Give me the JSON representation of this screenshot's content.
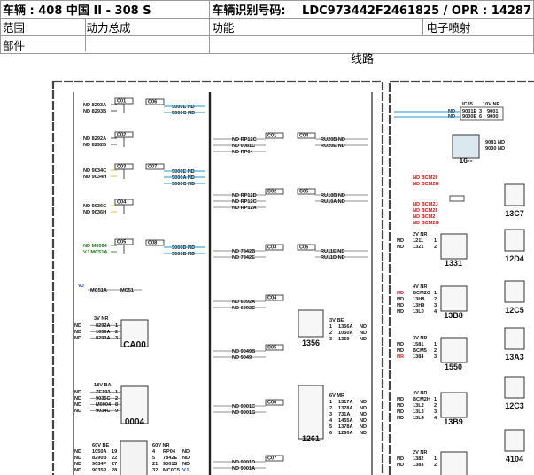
{
  "header": {
    "vehicle_label": "车辆 : 408 中国 II - 308 S",
    "vin_label": "车辆识别号码:",
    "vin_value": "LDC973442F2461825 / OPR : 14287",
    "scope_label": "范围",
    "scope_value": "动力总成",
    "function_label": "功能",
    "function_value": "电子喷射",
    "part_label": "部件"
  },
  "page_title": "线路",
  "diagram": {
    "left_connectors": [
      {
        "id": "C1A",
        "lines": [
          "ND 8293A",
          "ND 8293B"
        ]
      },
      {
        "id": "C2A",
        "lines": [
          "ND 8292A",
          "ND 8292B"
        ]
      },
      {
        "id": "C3A",
        "lines": [
          "ND 9034C",
          "ND 9034H"
        ]
      },
      {
        "id": "C4A",
        "lines": [
          "ND 9036C",
          "ND 9036H"
        ]
      },
      {
        "id": "C5A",
        "lines": [
          "ND M0004",
          "VJ MC51A"
        ]
      }
    ],
    "small_codes": [
      "C01",
      "C02",
      "C03",
      "C04",
      "C05",
      "C06",
      "C07",
      "C08",
      "C09",
      "C10"
    ],
    "mid_labels": [
      {
        "lines": [
          "9000E ND",
          "9000C ND"
        ]
      },
      {
        "lines": [
          "9000E ND",
          "9000A ND",
          "9000C ND"
        ]
      },
      {
        "lines": [
          "9000D ND",
          "9000B ND"
        ]
      }
    ],
    "vj_label": "VJ",
    "vj_codes": [
      "MC51A",
      "MC51"
    ],
    "components": [
      {
        "id": "CA00",
        "header": "3V NR",
        "pins": [
          [
            "ND",
            "8292A",
            "1"
          ],
          [
            "ND",
            "1050A",
            "2"
          ],
          [
            "ND",
            "8293A",
            "3"
          ]
        ]
      },
      {
        "id": "0004",
        "header": "18V BA",
        "pins": [
          [
            "ND",
            "ZE193",
            "1"
          ],
          [
            "ND",
            "9035C",
            "2"
          ],
          [
            "ND",
            "M0004",
            "8"
          ],
          [
            "ND",
            "9034C",
            "9"
          ]
        ]
      },
      {
        "id": "1356",
        "header": "3V BE",
        "pins": [
          [
            "1",
            "1356A",
            "ND"
          ],
          [
            "2",
            "1050A",
            "ND"
          ],
          [
            "3",
            "1359",
            "ND"
          ]
        ]
      },
      {
        "id": "1261",
        "header": "6V MR",
        "pins": [
          [
            "1",
            "1317A",
            "ND"
          ],
          [
            "2",
            "1378A",
            "ND"
          ],
          [
            "3",
            "731A",
            "ND"
          ],
          [
            "4",
            "1455A",
            "ND"
          ],
          [
            "5",
            "1378A",
            "ND"
          ],
          [
            "6",
            "1260A",
            "ND"
          ]
        ]
      },
      {
        "id": "60V-BE",
        "header": "60V BE",
        "pins": [
          [
            "ND",
            "1050A",
            "19"
          ],
          [
            "ND",
            "8290B",
            "22"
          ],
          [
            "ND",
            "9034P",
            "27"
          ],
          [
            "ND",
            "9035P",
            "28"
          ]
        ]
      },
      {
        "id": "60V-NR",
        "header": "60V NR",
        "pins": [
          [
            "4",
            "RP04",
            "ND"
          ],
          [
            "5",
            "7842E",
            "ND"
          ],
          [
            "21",
            "9001S",
            "ND"
          ],
          [
            "32",
            "MC0C5",
            "VJ"
          ]
        ]
      }
    ],
    "center_rows": [
      {
        "id": "RP-A",
        "left": [
          "ND RP12C",
          "ND 0081C",
          "ND RP04"
        ],
        "right": [
          "RU20B ND",
          "RU20E ND"
        ]
      },
      {
        "id": "RP-B",
        "left": [
          "ND RP12D",
          "ND RP12C",
          "ND RP12A"
        ],
        "right": [
          "RU10B ND",
          "RU10A ND"
        ]
      },
      {
        "id": "RP-C",
        "left": [
          "ND 7842B",
          "ND 7842E"
        ],
        "right": [
          "RU11E ND",
          "RU11D ND"
        ]
      },
      {
        "id": "RP-D",
        "left": [
          "ND 6092A",
          "ND 6092C"
        ],
        "right": []
      },
      {
        "id": "RP-E",
        "left": [
          "ND 9049B",
          "ND 9049"
        ],
        "right": []
      },
      {
        "id": "RP-F",
        "left": [
          "ND 9001C",
          "ND 9001G"
        ],
        "right": []
      },
      {
        "id": "RP-G",
        "left": [
          "ND 9001D",
          "ND 9001A"
        ],
        "right": []
      }
    ],
    "right_top": {
      "id": "IC35",
      "header": "10V NR",
      "pins": [
        [
          "ND",
          "9001E",
          "3",
          "9001"
        ],
        [
          "ND",
          "9000E",
          "6",
          "9000"
        ]
      ]
    },
    "right_16": {
      "id": "16--",
      "lines": [
        "9081 ND",
        "9030 ND"
      ]
    },
    "red_labels_1": [
      "ND BCM2I",
      "ND BCM2H"
    ],
    "red_labels_2": [
      "ND BCM2J",
      "ND BCM2I",
      "ND BCM2",
      "ND BCM2G"
    ],
    "right_components": [
      {
        "id": "1331",
        "header": "2V NR",
        "pins": [
          [
            "ND",
            "1211",
            "1"
          ],
          [
            "ND",
            "1321",
            "2"
          ]
        ]
      },
      {
        "id": "13B8",
        "header": "4V NR",
        "pins": [
          [
            "ND",
            "BCM2G",
            "1"
          ],
          [
            "ND",
            "13H8",
            "2"
          ],
          [
            "ND",
            "13H9",
            "3"
          ],
          [
            "ND",
            "13L0",
            "4"
          ]
        ]
      },
      {
        "id": "1550",
        "header": "3V NR",
        "pins": [
          [
            "ND",
            "1581",
            "1"
          ],
          [
            "ND",
            "BCM5",
            "2"
          ],
          [
            "NR",
            "1384",
            "3"
          ]
        ]
      },
      {
        "id": "13B9",
        "header": "4V NR",
        "pins": [
          [
            "ND",
            "BCM2H",
            "1"
          ],
          [
            "ND",
            "13L2",
            "2"
          ],
          [
            "ND",
            "13L3",
            "3"
          ],
          [
            "ND",
            "13L4",
            "4"
          ]
        ]
      },
      {
        "id": "13C8",
        "header": "2V NR",
        "pins": [
          [
            "ND",
            "1382",
            "1"
          ],
          [
            "ND",
            "1383",
            "2"
          ]
        ]
      }
    ],
    "far_right": [
      "13C7",
      "12D4",
      "12C5",
      "13A3",
      "12C3",
      "4104"
    ]
  }
}
